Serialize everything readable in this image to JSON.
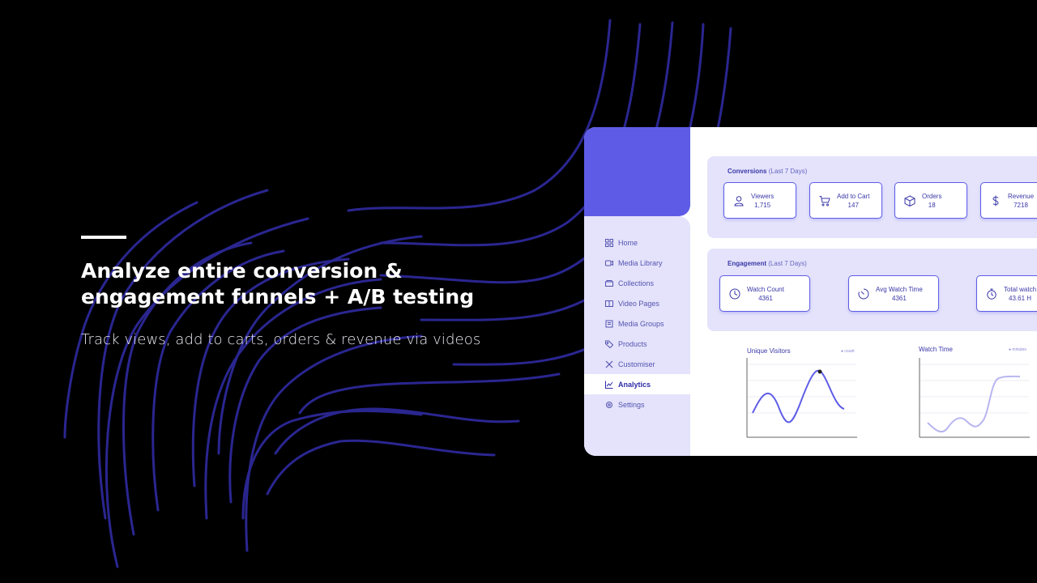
{
  "hero": {
    "headline_line1": "Analyze entire conversion &",
    "headline_line2": "engagement funnels + A/B testing",
    "subtitle": "Track views, add to carts, orders & revenue via videos"
  },
  "sidebar": {
    "items": [
      {
        "label": "Home",
        "icon": "grid-icon"
      },
      {
        "label": "Media Library",
        "icon": "video-icon"
      },
      {
        "label": "Collections",
        "icon": "folder-icon"
      },
      {
        "label": "Video Pages",
        "icon": "book-icon"
      },
      {
        "label": "Media Groups",
        "icon": "layers-icon"
      },
      {
        "label": "Products",
        "icon": "tag-icon"
      },
      {
        "label": "Customiser",
        "icon": "tools-icon"
      },
      {
        "label": "Analytics",
        "icon": "chart-icon",
        "active": true
      },
      {
        "label": "Settings",
        "icon": "gear-icon"
      }
    ]
  },
  "conversions": {
    "title": "Conversions",
    "subtitle": "(Last 7 Days)",
    "cards": [
      {
        "label": "Viewers",
        "value": "1,715",
        "icon": "user-icon"
      },
      {
        "label": "Add to Cart",
        "value": "147",
        "icon": "cart-icon"
      },
      {
        "label": "Orders",
        "value": "18",
        "icon": "box-icon"
      },
      {
        "label": "Revenue",
        "value": "7218",
        "icon": "dollar-icon"
      }
    ]
  },
  "engagement": {
    "title": "Engagement",
    "subtitle": "(Last 7 Days)",
    "cards": [
      {
        "label": "Watch Count",
        "value": "4361",
        "icon": "clock-icon"
      },
      {
        "label": "Avg Watch Time",
        "value": "4361",
        "icon": "timer-icon"
      },
      {
        "label": "Total watch",
        "value": "43.61 H",
        "icon": "stopwatch-icon"
      }
    ]
  },
  "charts": {
    "unique_visitors": {
      "title": "Unique Visitors",
      "legend": "count"
    },
    "watch_time": {
      "title": "Watch Time",
      "legend": "minutes"
    }
  },
  "colors": {
    "accent": "#5e5ce6",
    "panel": "#e4e3fb",
    "text_dark": "#3a38a8",
    "background": "#000000",
    "lines": "#2a2690"
  }
}
